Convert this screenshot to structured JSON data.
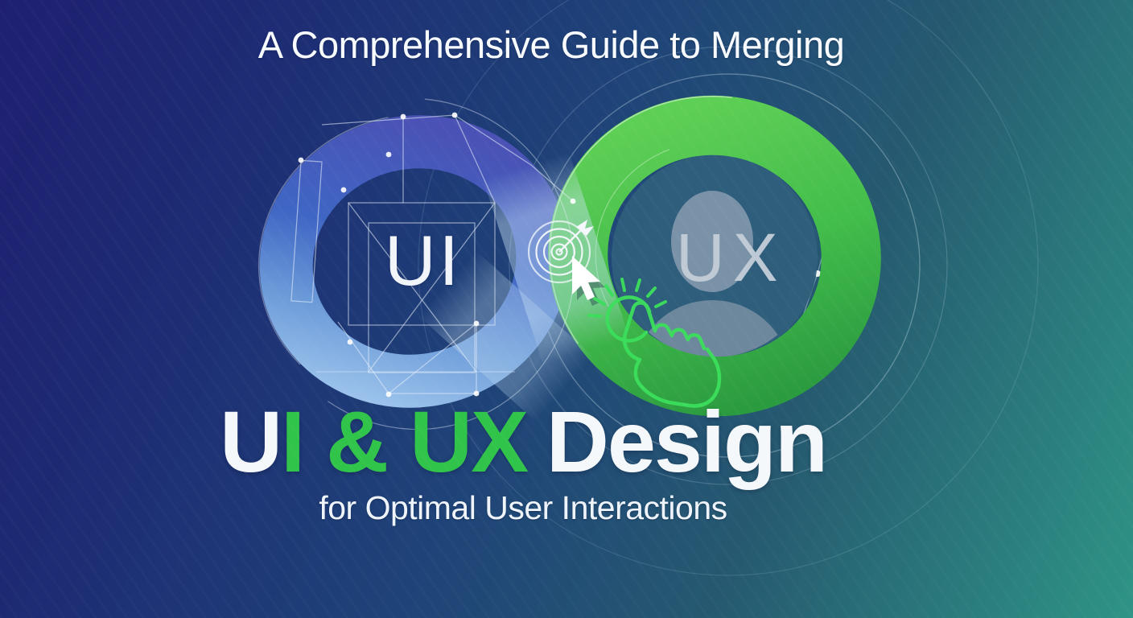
{
  "banner": {
    "kicker": "A Comprehensive Guide to Merging",
    "title_segments": {
      "white_u": "U",
      "green_mid": "I & UX",
      "white_rest": "Design"
    },
    "subtitle": "for Optimal User Interactions"
  },
  "infinity": {
    "left_loop_label": "UI",
    "right_loop_label": "UX",
    "icons": [
      "target-icon",
      "cursor-icon",
      "tap-gesture-icon",
      "person-silhouette",
      "wireframe-blueprint",
      "orbit-rings"
    ]
  },
  "colors": {
    "background_top_left": "#1e1f70",
    "background_top_right": "#265a70",
    "background_bottom_left": "#1e3272",
    "background_bottom_right": "#2e9486",
    "accent_green": "#31c44a",
    "ribbon_blue_dark": "#4a52b5",
    "ribbon_blue_light": "#9cc3ec",
    "ribbon_green_light": "#5ecf55",
    "ribbon_green_dark": "#2b9b40",
    "tap_icon_green": "#3bdf5c",
    "title_white": "#f5f8fb",
    "ux_label_gray": "#c4ced8",
    "silhouette_slate": "#8b9eb2"
  }
}
